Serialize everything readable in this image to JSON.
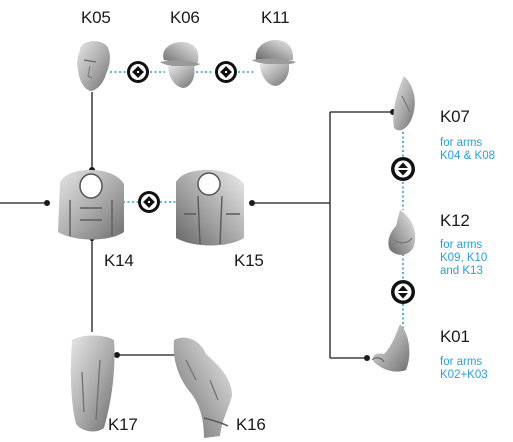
{
  "parts": {
    "k05": "K05",
    "k06": "K06",
    "k11": "K11",
    "k14": "K14",
    "k15": "K15",
    "k07": "K07",
    "k12": "K12",
    "k01": "K01",
    "k17": "K17",
    "k16": "K16"
  },
  "notes": {
    "k07": [
      "for arms",
      "K04 & K08"
    ],
    "k12": [
      "for arms",
      "K09, K10",
      "and K13"
    ],
    "k01": [
      "for arms",
      "K02+K03"
    ]
  },
  "colors": {
    "line": "#1a1a1a",
    "dotted_link": "#2a9fd6",
    "note_text": "#2a9fd6",
    "swap_symbol": "#111111",
    "part_shade": "#8f8f8f"
  },
  "icons": [
    "swap-connector-icon",
    "junction-dot-icon"
  ]
}
